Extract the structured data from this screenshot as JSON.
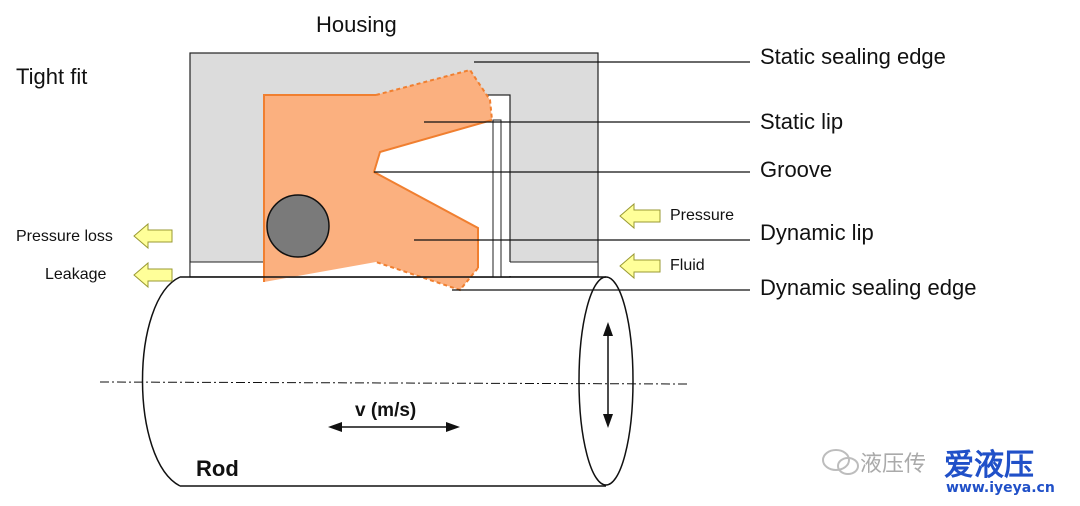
{
  "title": "Housing",
  "fit_label": "Tight fit",
  "callouts": {
    "static_sealing_edge": "Static sealing edge",
    "static_lip": "Static lip",
    "groove": "Groove",
    "dynamic_lip": "Dynamic lip",
    "dynamic_sealing_edge": "Dynamic sealing edge"
  },
  "arrows": {
    "pressure": "Pressure",
    "fluid": "Fluid",
    "pressure_loss": "Pressure loss",
    "leakage": "Leakage"
  },
  "rod_label": "Rod",
  "velocity_label": "v (m/s)",
  "watermark": {
    "text": "液压传",
    "text2": "爱液压",
    "url": "www.iyeya.cn"
  },
  "colors": {
    "housing": "#dcdcdc",
    "seal": "#fbb07f",
    "seal_edge": "#f07f30",
    "oring": "#7a7a7a",
    "arrow_fill": "#ffff99",
    "arrow_stroke": "#999933",
    "watermark_blue": "#2050c8"
  }
}
